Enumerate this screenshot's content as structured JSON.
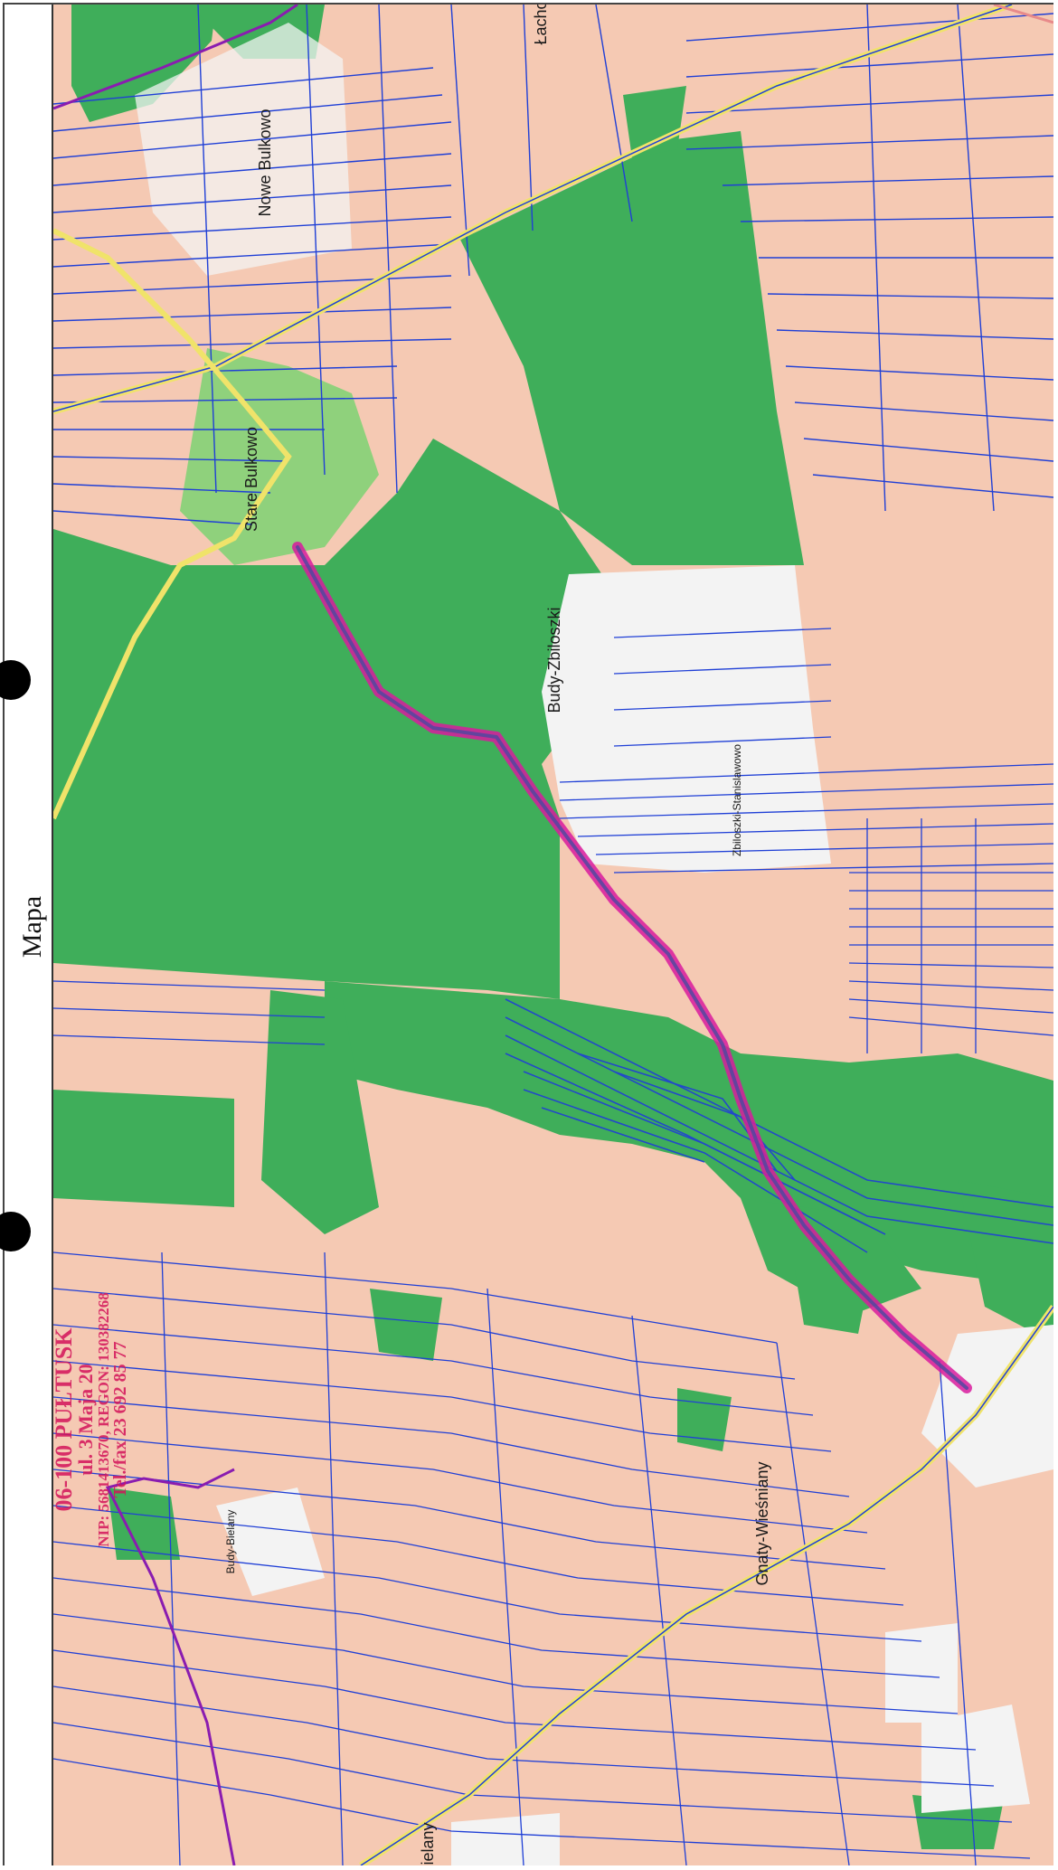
{
  "title": "Mapa",
  "stamp": {
    "line1": "06-100 PUŁTUSK",
    "line2": "ul. 3 Maja 20",
    "line3": "NIP: 5681413670, REGON: 130382268",
    "line4": "Tel./fax 23 692 85 77"
  },
  "places": {
    "nowe_bulkowo": "Nowe Bulkowo",
    "stare_bulkowo": "Stare Bulkowo",
    "lacho": "Łacho",
    "budy_zbiloszki": "Budy-Zbiloszki",
    "zbiloszki_stanislawowo": "Zbiloszki-Stanislawowo",
    "gnaty_wiesniany": "Gnaty-Wieśniany",
    "budy_bielany": "Budy-Bielany",
    "bielany": "Bielany"
  },
  "map_layers": {
    "farmland": "#f5c9b3",
    "forest": "#3fae5a",
    "meadow": "#8fd17c",
    "built": "#f3f3f3",
    "parcel_lines": "#1f3fd6",
    "road_major": "#f0e36a",
    "admin_boundary": "#8a1cb0",
    "route": "#d81b9e",
    "route_core": "#4a4aa0"
  }
}
